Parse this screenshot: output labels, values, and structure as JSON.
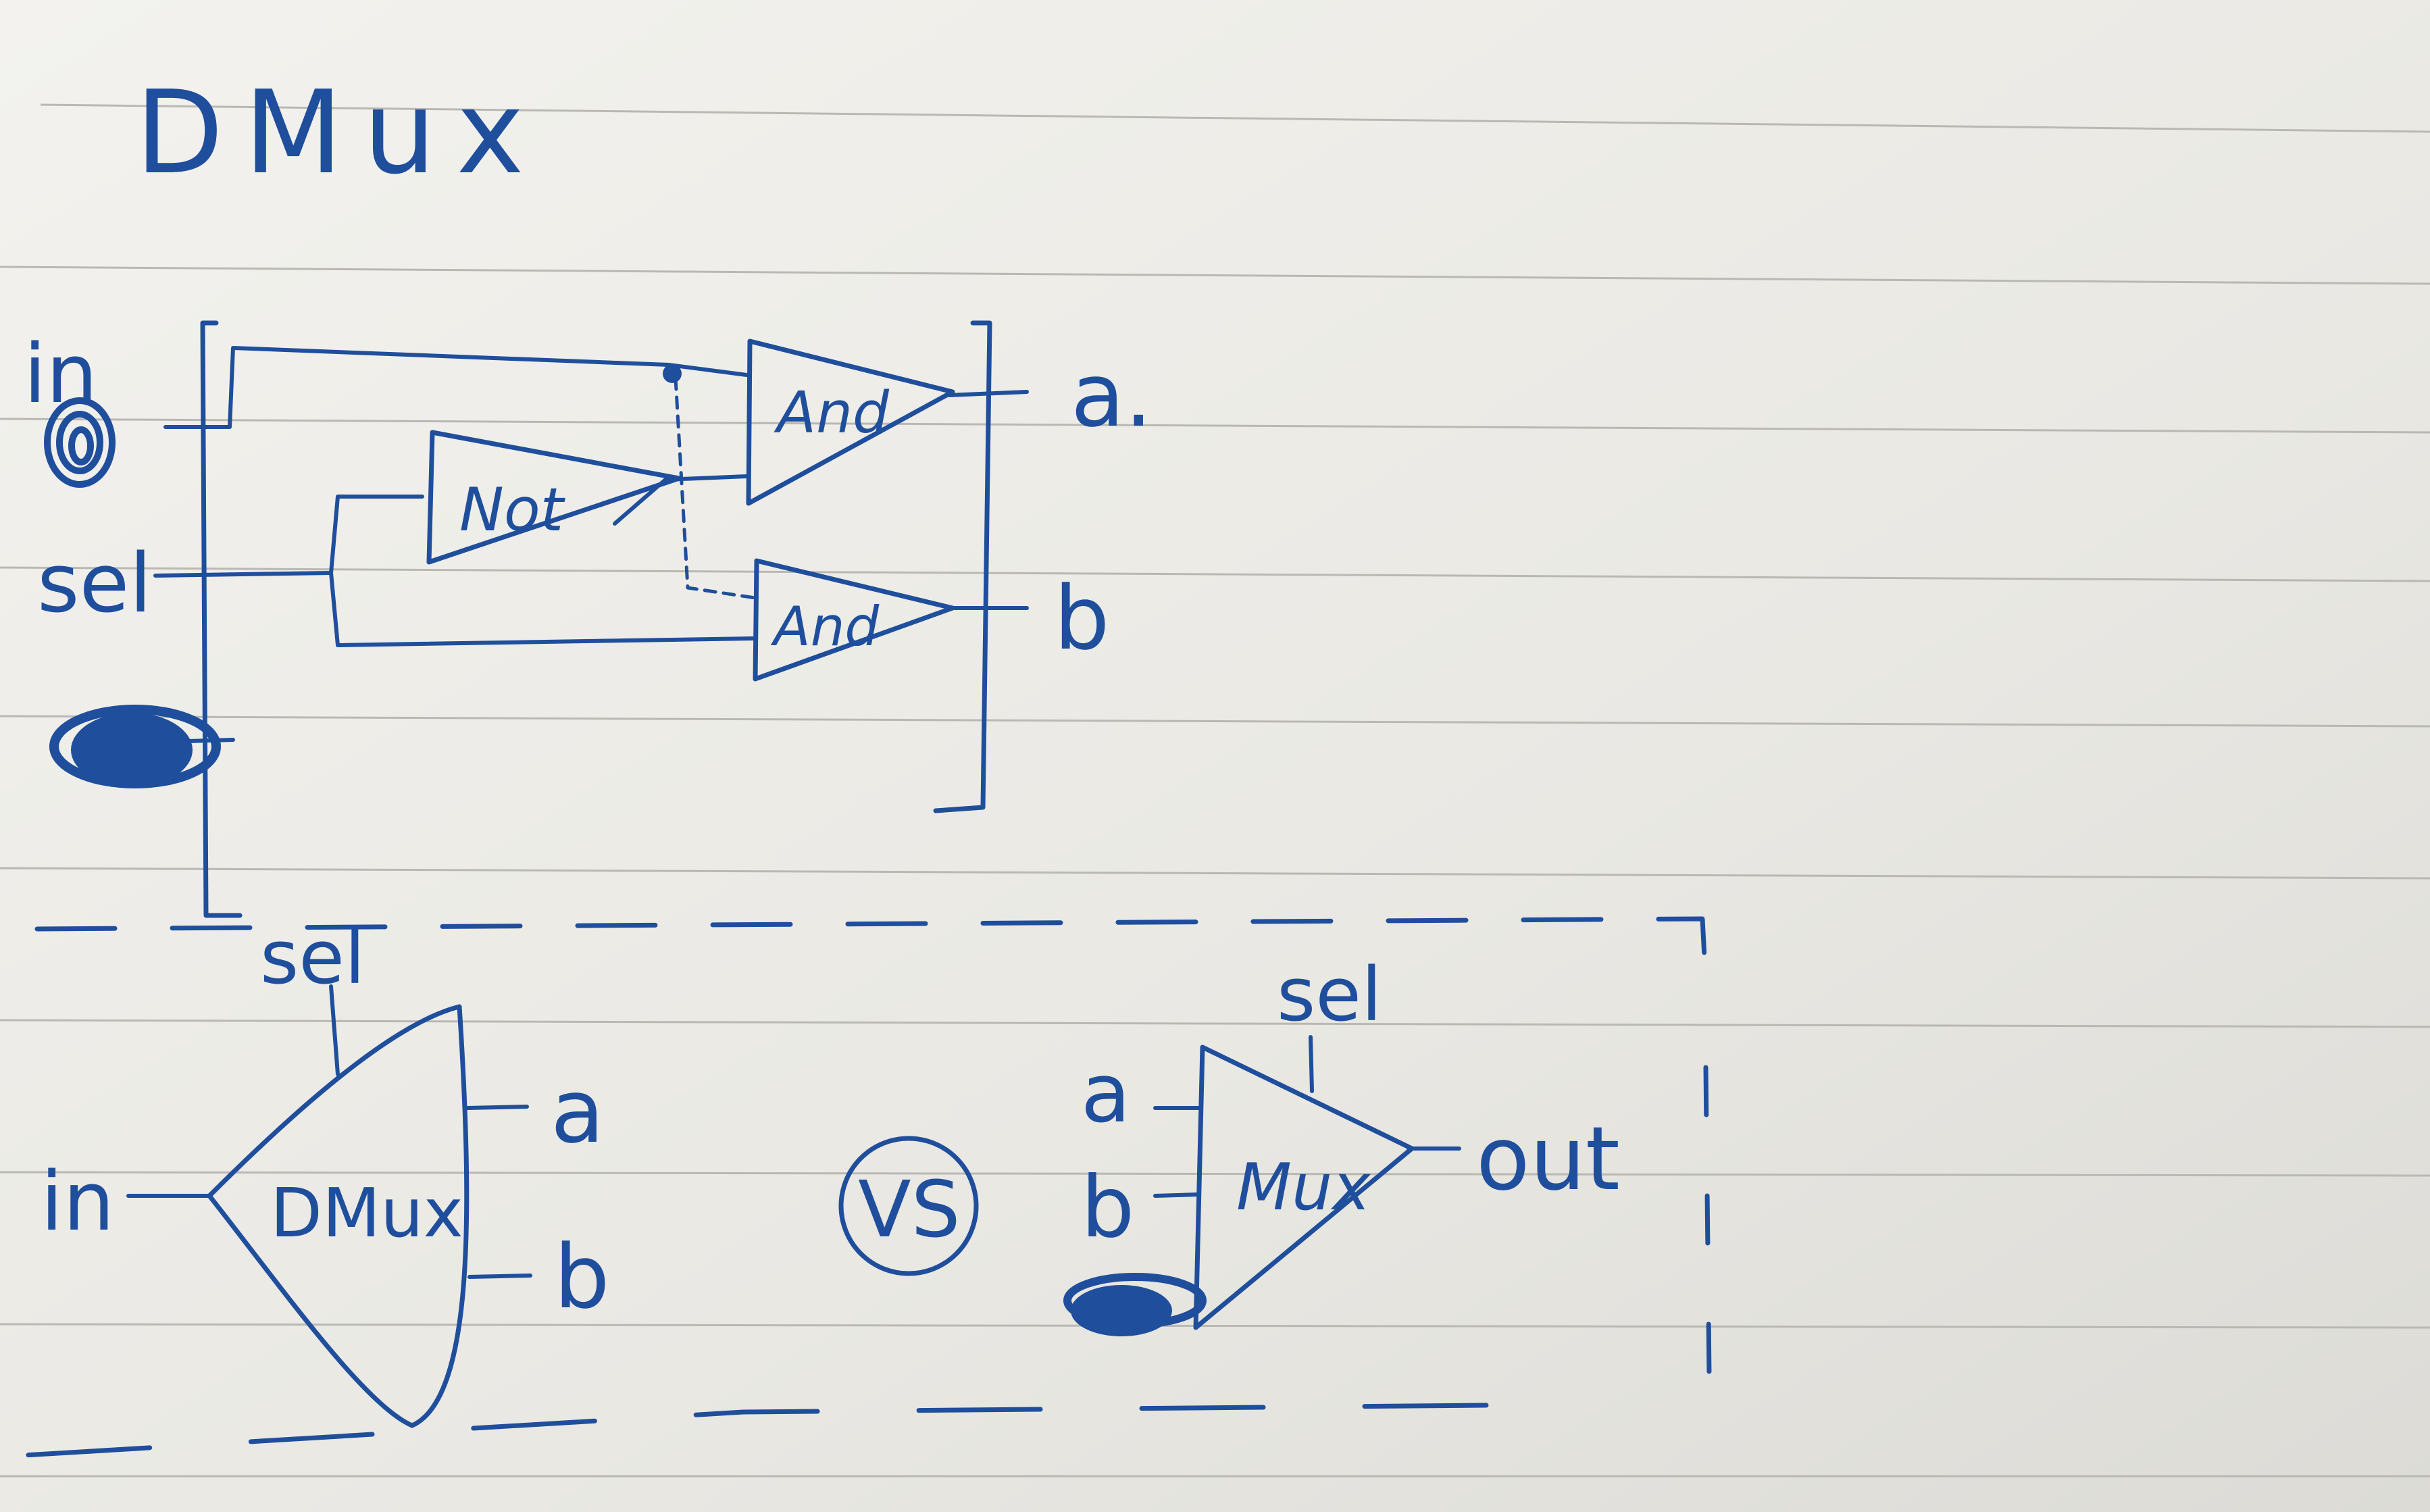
{
  "title": "DMux",
  "circuit": {
    "inputs": {
      "in": "in",
      "sel": "sel"
    },
    "gates": {
      "and_top": "And",
      "not": "Not",
      "and_bottom": "And"
    },
    "outputs": {
      "a": "a.",
      "b": "b"
    }
  },
  "dmux_symbol": {
    "label": "DMux",
    "sel": "sel",
    "in": "in",
    "a": "a",
    "b": "b"
  },
  "versus": "VS",
  "mux_symbol": {
    "label": "Mux",
    "sel": "sel",
    "a": "a",
    "b": "b",
    "out": "out"
  },
  "colors": {
    "ink": "#1f4e9c",
    "paper": "#ecebe6",
    "rule_lines": "#b9b8b3"
  }
}
